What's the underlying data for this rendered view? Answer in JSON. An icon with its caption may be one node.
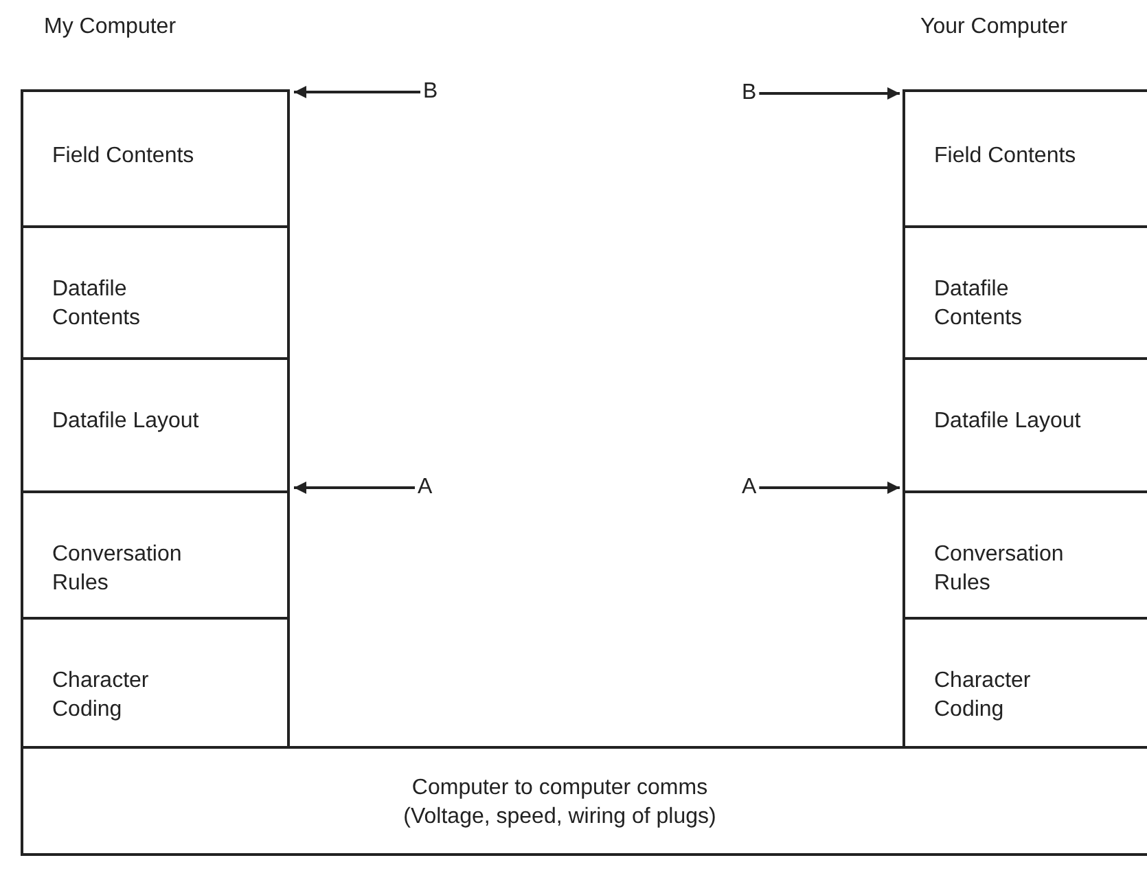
{
  "diagram": {
    "nodes": [
      {
        "text": [
          "My Computer"
        ]
      },
      {
        "text": [
          "Field Contents"
        ],
        "in": 0
      },
      {
        "text": [
          "Datafile Contents"
        ],
        "in": 0
      },
      {
        "text": [
          "Datafile Layout"
        ],
        "in": 0
      },
      {
        "text": [
          "Conversation Rules"
        ],
        "in": 0
      },
      {
        "text": [
          "Character Coding"
        ],
        "in": 0
      },
      {
        "text": [
          "Your Computer"
        ]
      },
      {
        "text": [
          "Field Contents"
        ],
        "in": 6
      },
      {
        "text": [
          "Datafile Contents"
        ],
        "in": 6
      },
      {
        "text": [
          "Datafile Layout"
        ],
        "in": 6
      },
      {
        "text": [
          "Conversation Rules"
        ],
        "in": 6
      },
      {
        "text": [
          "Character Coding"
        ],
        "in": 6
      },
      {
        "text": [
          "Computer to computer comms (Voltage, speed, wiring of plugs)"
        ]
      },
      {
        "text": [
          "B"
        ]
      },
      {
        "text": [
          "A"
        ]
      },
      {
        "text": [
          "B"
        ]
      },
      {
        "text": [
          "A"
        ]
      }
    ],
    "edges": [
      {
        "from": 13,
        "to": 0,
        "arrow": "to"
      },
      {
        "from": 14,
        "to": 0,
        "arrow": "to"
      },
      {
        "from": 15,
        "to": 6,
        "arrow": "to"
      },
      {
        "from": 16,
        "to": 6,
        "arrow": "to"
      }
    ]
  }
}
